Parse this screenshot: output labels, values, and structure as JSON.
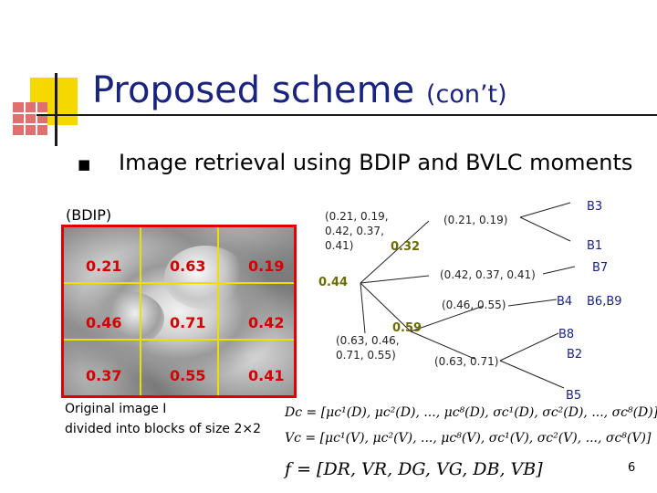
{
  "slide": {
    "title": "Proposed scheme",
    "title_suffix": "(con’t)",
    "bullet_icon": "square-bullet-icon",
    "bullet_text": "Image retrieval using BDIP and BVLC moments",
    "bdip_label": "(BDIP)",
    "grid_values": [
      [
        "0.21",
        "0.63",
        "0.19"
      ],
      [
        "0.46",
        "0.71",
        "0.42"
      ],
      [
        "0.37",
        "0.55",
        "0.41"
      ]
    ],
    "caption_line1": "Original image I",
    "caption_line2": "divided into blocks of size 2×2",
    "page_number": "6"
  },
  "tree": {
    "root_set": "(0.21, 0.19, 0.42, 0.37, 0.41)",
    "root_set_line1": "(0.21, 0.19,",
    "root_set_line2": "0.42, 0.37,",
    "root_set_line3": "0.41)",
    "threshold_root": "0.44",
    "threshold_low": "0.32",
    "threshold_high": "0.59",
    "high_set_line1": "(0.63, 0.46,",
    "high_set_line2": "0.71, 0.55)",
    "leaf_sets": [
      "(0.21, 0.19)",
      "(0.42, 0.37, 0.41)",
      "(0.46, 0.55)",
      "(0.63, 0.71)"
    ],
    "block_labels": [
      "B3",
      "B1",
      "B7",
      "B4",
      "B6,B9",
      "B8",
      "B2",
      "B5"
    ]
  },
  "formulas": {
    "dc": "Dc = [μc¹(D), μc²(D), ..., μc⁸(D), σc¹(D), σc²(D), ..., σc⁸(D)]",
    "vc": "Vc = [μc¹(V), μc²(V), ..., μc⁸(V), σc¹(V), σc²(V), ..., σc⁸(V)]",
    "f": "f = [DR, VR, DG, VG, DB, VB]"
  },
  "colors": {
    "title": "#1a237e",
    "grid_values": "#d40000",
    "grid_lines": "#e8e000",
    "image_border": "#e00000",
    "threshold": "#6b6b00",
    "block_labels": "#1a237e",
    "red_block_labels": "#c00000"
  }
}
